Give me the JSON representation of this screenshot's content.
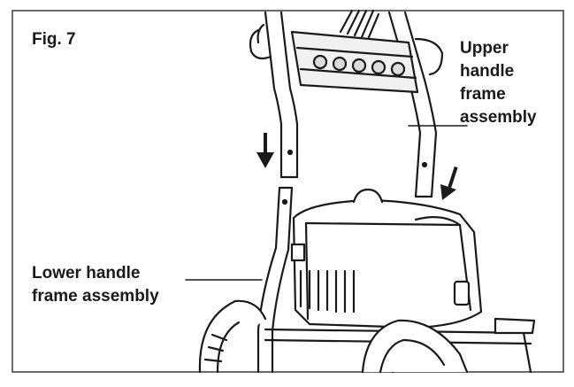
{
  "figure": {
    "label": "Fig. 7",
    "upper_label": [
      "Upper",
      "handle",
      "frame",
      "assembly"
    ],
    "lower_label": [
      "Lower handle",
      "frame assembly"
    ],
    "ink_color": "#1a1a1a",
    "frame_color": "#3a3a3a"
  }
}
